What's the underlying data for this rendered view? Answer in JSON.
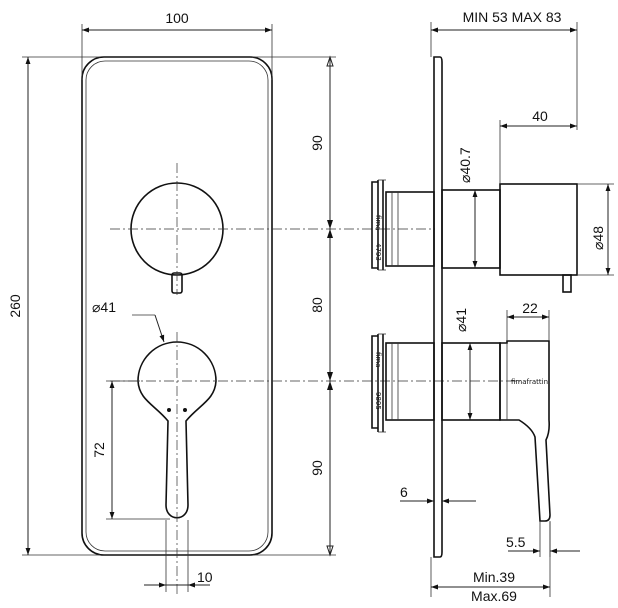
{
  "front_view": {
    "dim_width": "100",
    "dim_height": "260",
    "dim_top_to_valve": "90",
    "dim_between_valves": "80",
    "dim_bottom": "90",
    "dim_lever_length": "72",
    "dim_lever_width": "10",
    "dim_handle_diameter": "⌀41"
  },
  "side_view": {
    "dim_depth_range": "MIN 53 MAX 83",
    "dim_cap_length": "40",
    "dim_cap_diameter": "⌀48",
    "dim_flange_diameter_top": "⌀40.7",
    "dim_flange_diameter_bottom": "⌀41",
    "dim_lever_depth": "22",
    "dim_plate_thickness": "6",
    "dim_lever_offset": "5.5",
    "dim_min_depth": "Min.39",
    "dim_max_depth": "Max.69",
    "body_stamp_top_brand": "fima",
    "body_stamp_top_code": "4793",
    "body_stamp_bottom_brand": "fima",
    "body_stamp_bottom_code": "9805",
    "lever_stamp": "fimafrattini"
  }
}
